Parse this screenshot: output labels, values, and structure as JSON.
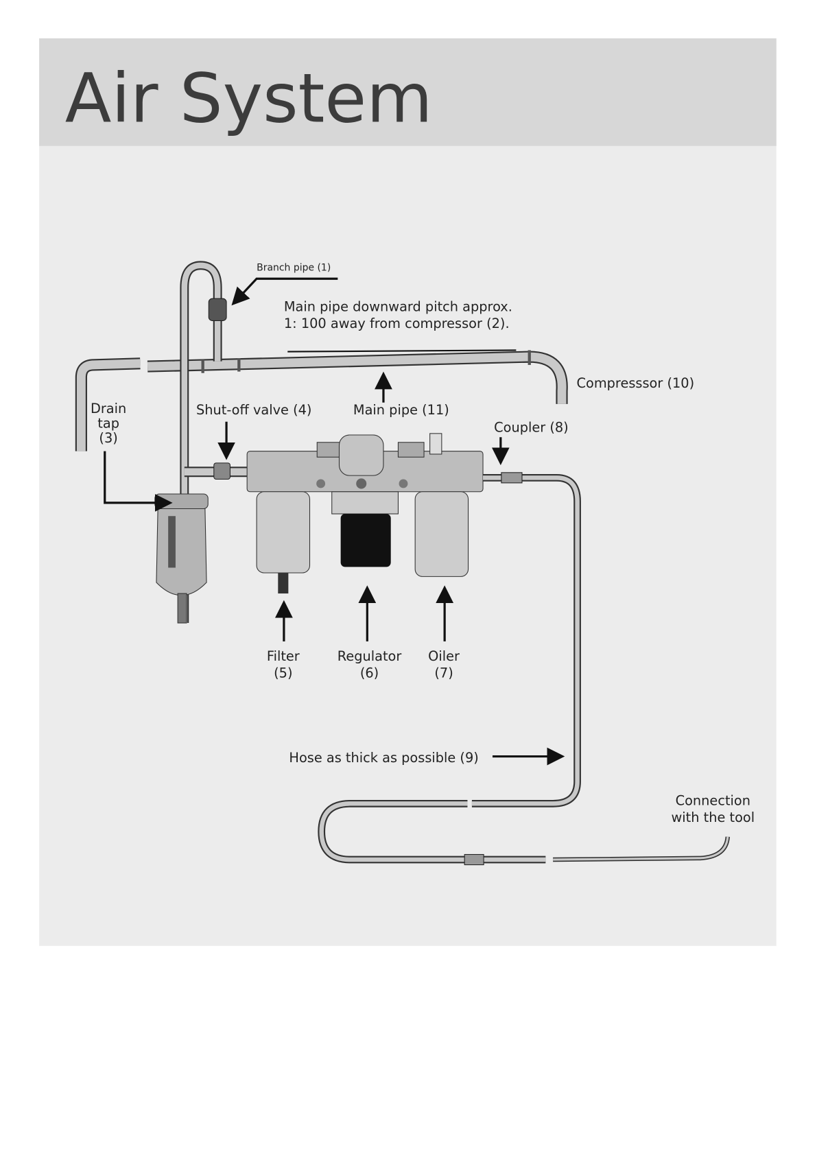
{
  "header": {
    "title": "Air System"
  },
  "diagram": {
    "labels": {
      "branch_pipe": "Branch pipe (1)",
      "pitch_line1": "Main pipe downward pitch approx.",
      "pitch_line2": "1: 100 away from compressor (2).",
      "compressor": "Compresssor (10)",
      "drain_line1": "Drain",
      "drain_line2": "tap",
      "drain_line3": "(3)",
      "shutoff": "Shut-off valve (4)",
      "main_pipe": "Main pipe (11)",
      "coupler": "Coupler (8)",
      "filter_name": "Filter",
      "filter_num": "(5)",
      "regulator_name": "Regulator",
      "regulator_num": "(6)",
      "oiler_name": "Oiler",
      "oiler_num": "(7)",
      "hose": "Hose as thick as possible (9)",
      "connection_line1": "Connection",
      "connection_line2": "with the tool"
    }
  }
}
